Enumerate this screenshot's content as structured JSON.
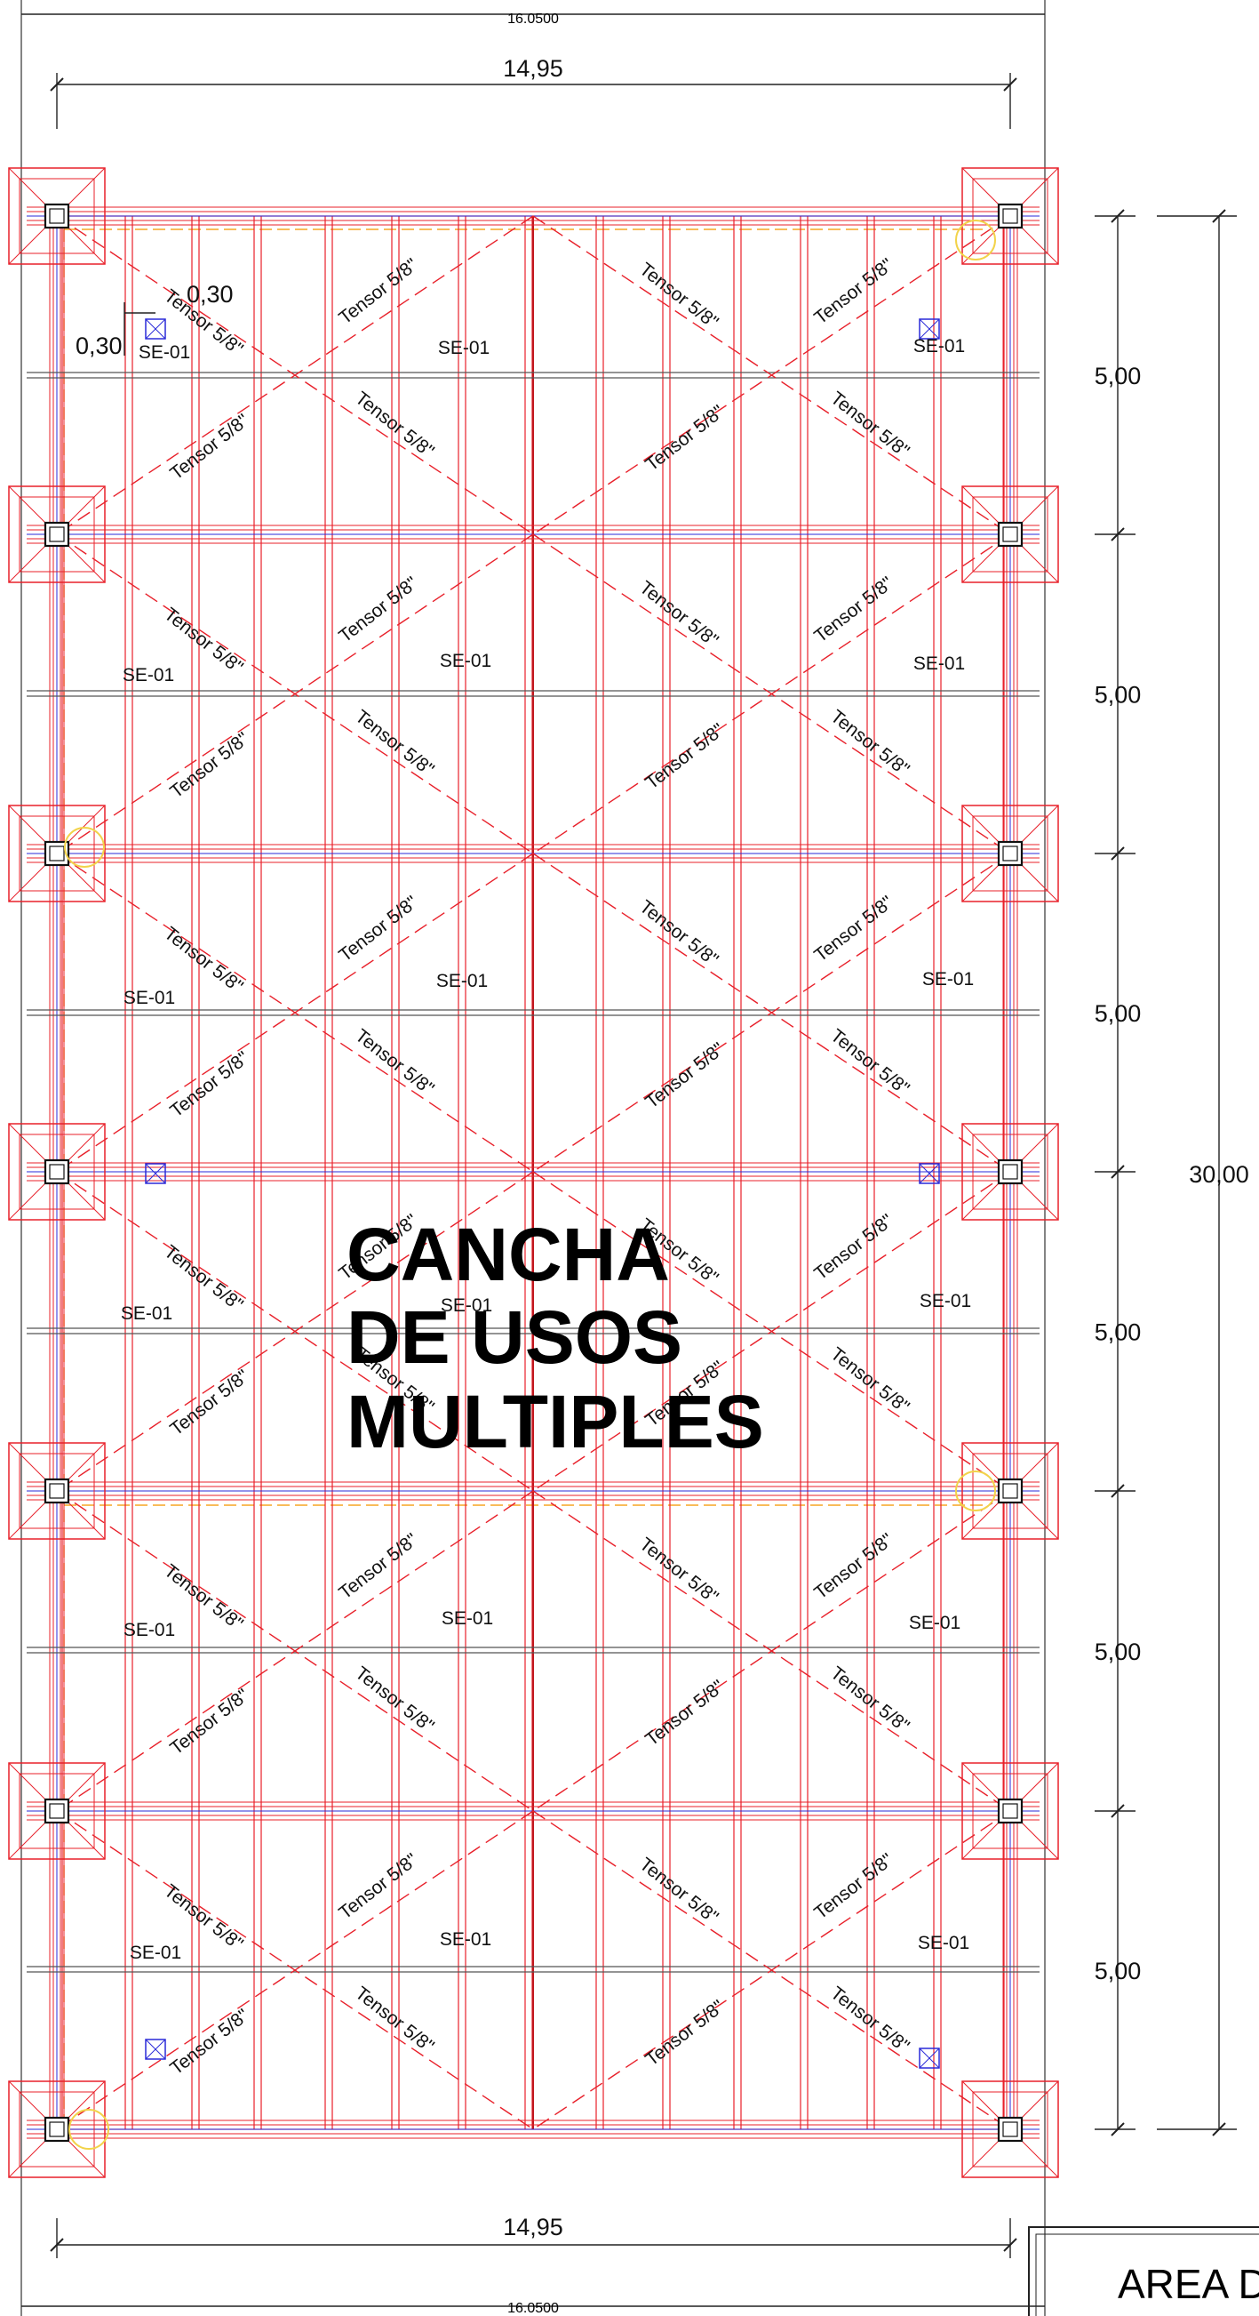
{
  "title_lines": [
    "CANCHA",
    "DE USOS",
    "MULTIPLES"
  ],
  "title_block_text": "AREA D",
  "dimensions": {
    "overall_width": "16.0500",
    "span_width": "14,95",
    "bay_spacing": "5,00",
    "total_length": "30,00",
    "detail_a": "0,30",
    "detail_b": "0,30"
  },
  "labels": {
    "tensor": "Tensor 5/8\"",
    "beam": "SE-01"
  },
  "colors": {
    "structure": "#e8202a",
    "axis": "#2a2ad8",
    "hidden": "#f5a623",
    "dimension": "#222222"
  }
}
